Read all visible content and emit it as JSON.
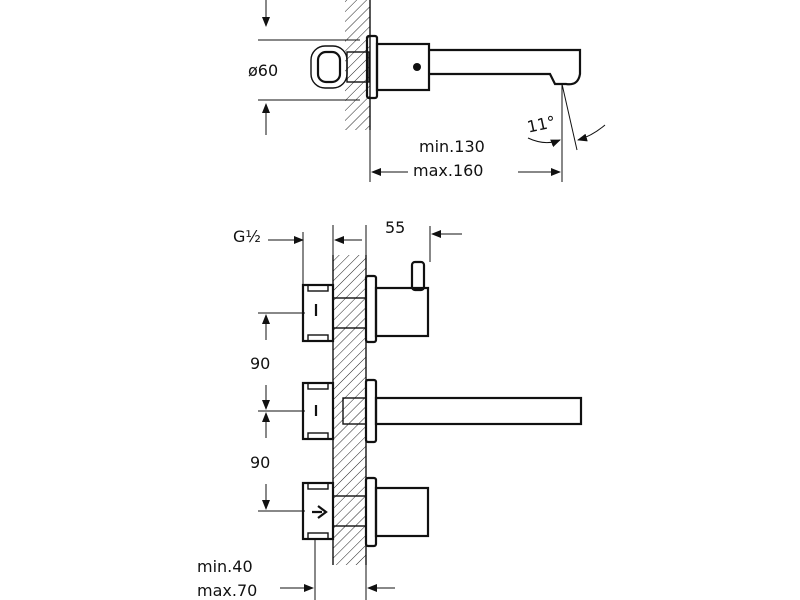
{
  "top_view": {
    "diameter_label": "ø60",
    "min_label": "min.130",
    "max_label": "max.160",
    "angle_label": "11°"
  },
  "front_view": {
    "thread_label": "G½",
    "depth_label": "55",
    "spacing_upper_label": "90",
    "spacing_lower_label": "90",
    "min_label": "min.40",
    "max_label": "max.70"
  }
}
